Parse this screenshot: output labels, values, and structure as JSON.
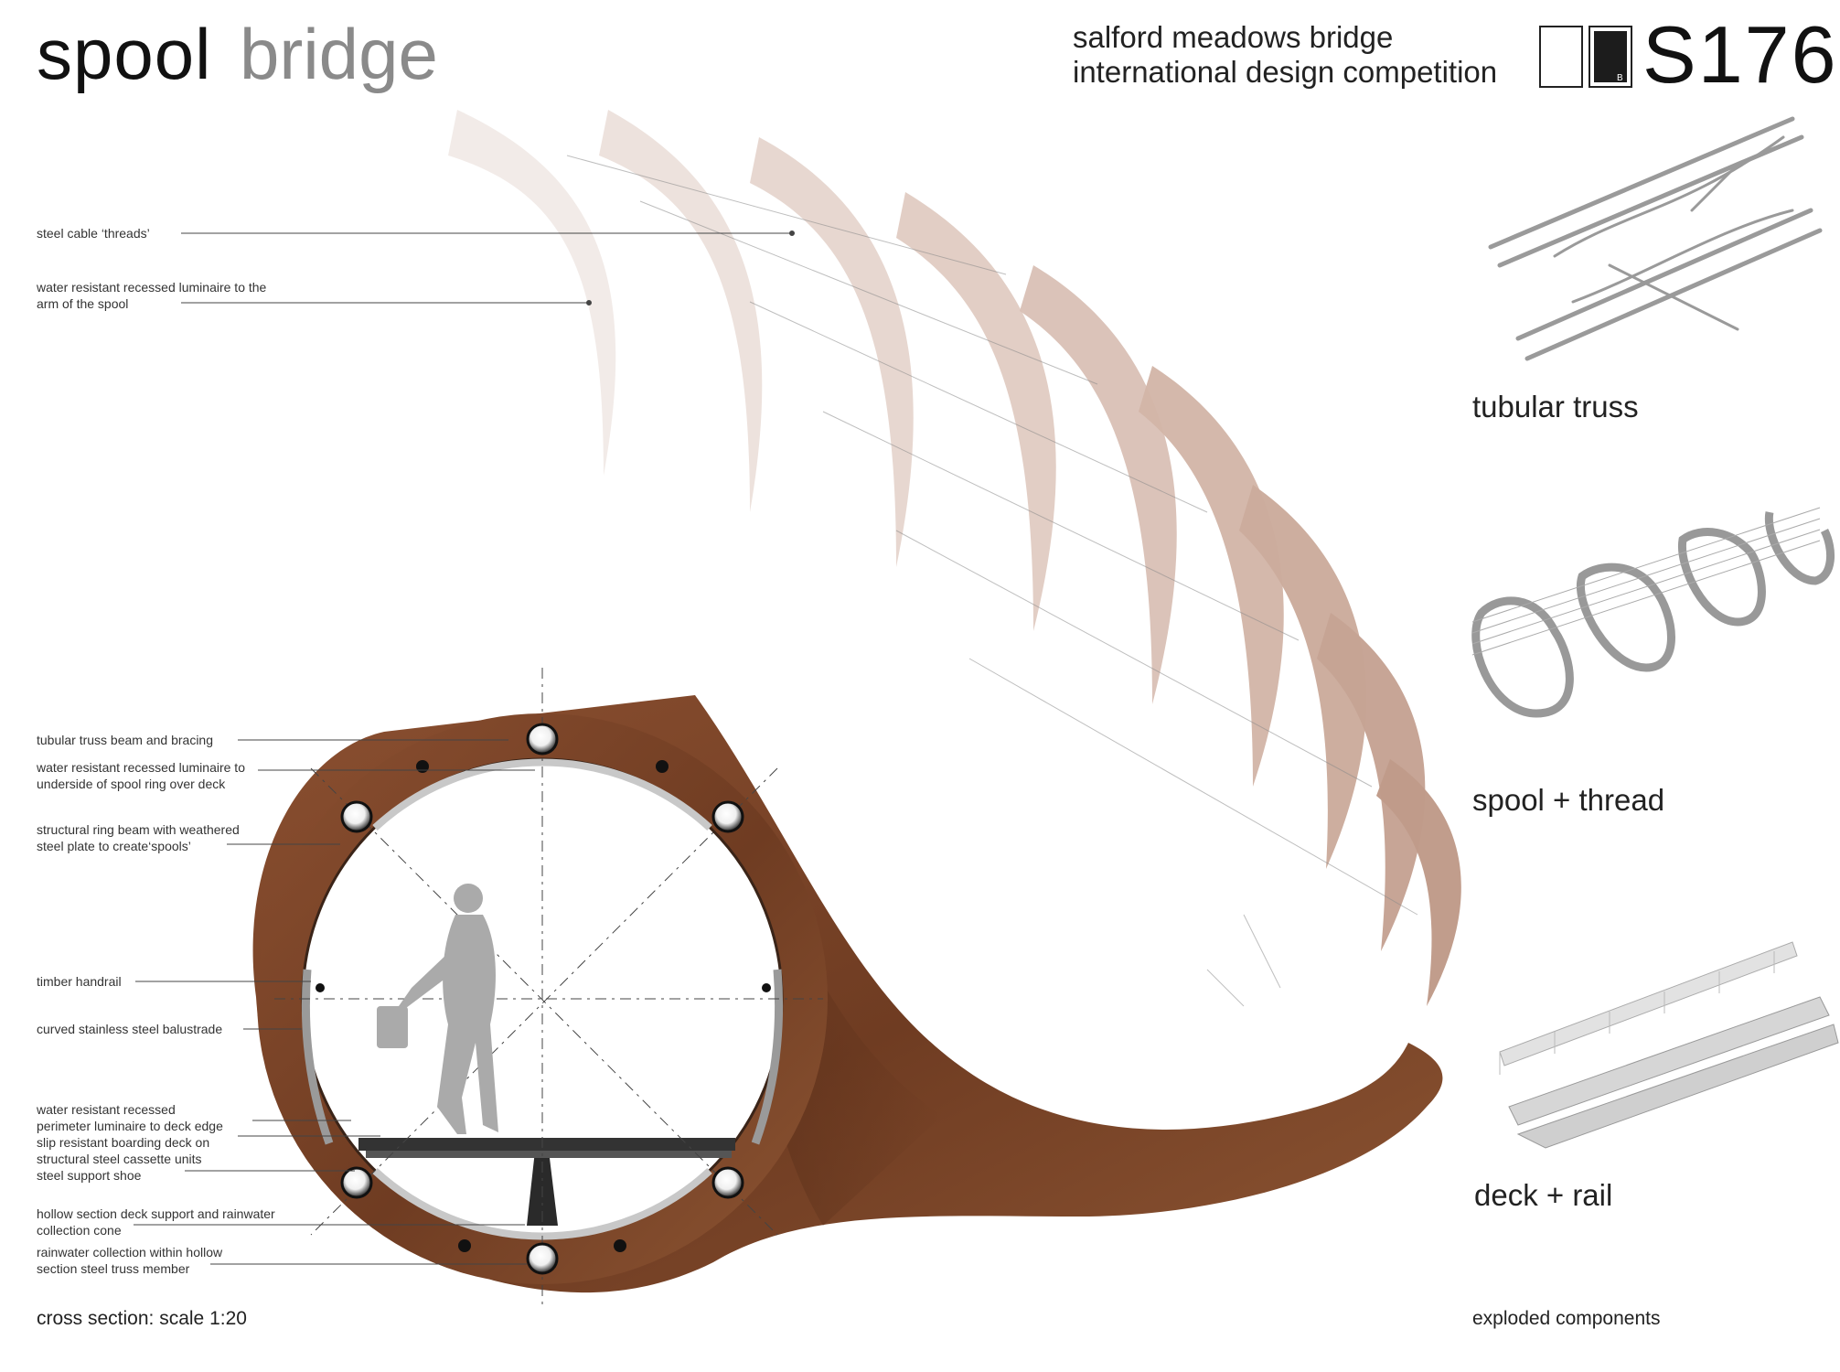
{
  "title": {
    "word1": "spool",
    "word2": "bridge"
  },
  "competition": {
    "line1": "salford meadows bridge",
    "line2": "international design competition"
  },
  "sheet": {
    "letter": "B",
    "number": "S176"
  },
  "annotations": [
    "steel cable ‘threads’",
    "water resistant recessed luminaire to the",
    "arm of the spool",
    "tubular truss beam and bracing",
    "water resistant recessed luminaire to",
    "underside of spool ring over deck",
    "structural ring beam with weathered",
    "steel plate to create‘spools’",
    "timber handrail",
    "curved stainless steel balustrade",
    "water resistant recessed",
    "perimeter luminaire to deck edge",
    "slip resistant boarding deck on",
    "structural steel cassette units",
    "steel support shoe",
    "hollow section deck support and rainwater",
    "collection cone",
    "rainwater collection within hollow",
    "section steel truss member"
  ],
  "components": {
    "truss": "tubular truss",
    "spool": "spool + thread",
    "deck": "deck + rail"
  },
  "captions": {
    "section": "cross section: scale 1:20",
    "exploded": "exploded components"
  },
  "colors": {
    "corten": "#7b4428",
    "corten_light": "#c9a290",
    "fade": "#efe6e2",
    "ink": "#222222"
  }
}
